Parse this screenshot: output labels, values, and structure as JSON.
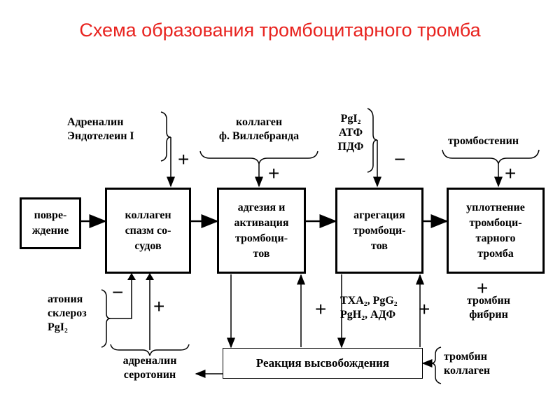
{
  "title": "Схема образования тромбоцитарного тромба",
  "boxes": {
    "damage": "повре-\nждение",
    "collagen_spasm": "коллаген\nспазм со-\nсудов",
    "adhesion": "адгезия и\nактивация\nтромбоци-\nтов",
    "aggregation": "агрегация\nтромбоци-\nтов",
    "consolidation": "уплотнение\nтромбоци-\nтарного\nтромба",
    "release": "Реакция высвобождения"
  },
  "labels": {
    "adrenaline_endothelin": "Адреналин\nЭндотелеин I",
    "collagen_willebrand": "коллаген\nф. Виллебранда",
    "pgi_atp_pdf": "PgI₂\nАТФ\nПДФ",
    "thrombostenin": "тромбостенин",
    "atonia": "атония\nсклероз\nPgI₂",
    "adrenaline_serotonin": "адреналин\nсеротонин",
    "txa_pgg": "ТХА₂, PgG₂\nPgH₂, АДФ",
    "thrombin_fibrin": "тромбин\nфибрин",
    "thrombin_collagen": "тромбин\nколлаген"
  },
  "signs": {
    "plus": "+",
    "minus": "−"
  }
}
